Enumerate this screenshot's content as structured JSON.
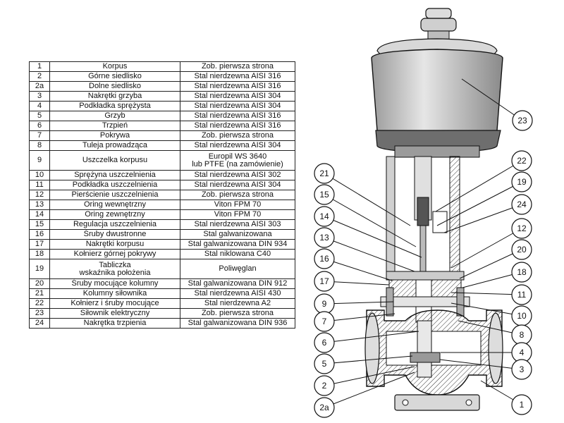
{
  "parts": [
    {
      "no": "1",
      "name": "Korpus",
      "material": "Zob. pierwsza strona"
    },
    {
      "no": "2",
      "name": "Górne siedlisko",
      "material": "Stal nierdzewna AISI 316"
    },
    {
      "no": "2a",
      "name": "Dolne siedlisko",
      "material": "Stal nierdzewna AISI 316"
    },
    {
      "no": "3",
      "name": "Nakrętki grzyba",
      "material": "Stal nierdzewna AISI 304"
    },
    {
      "no": "4",
      "name": "Podkładka sprężysta",
      "material": "Stal nierdzewna AISI 304"
    },
    {
      "no": "5",
      "name": "Grzyb",
      "material": "Stal nierdzewna AISI 316"
    },
    {
      "no": "6",
      "name": "Trzpień",
      "material": "Stal nierdzewna AISI 316"
    },
    {
      "no": "7",
      "name": "Pokrywa",
      "material": "Zob. pierwsza strona"
    },
    {
      "no": "8",
      "name": "Tuleja prowadząca",
      "material": "Stal nierdzewna AISI 304"
    },
    {
      "no": "9",
      "name": "Uszczelka korpusu",
      "material": "Europil WS 3640\nlub PTFE (na zamówienie)"
    },
    {
      "no": "10",
      "name": "Sprężyna uszczelnienia",
      "material": "Stal nierdzewna AISI 302"
    },
    {
      "no": "11",
      "name": "Podkładka uszczelnienia",
      "material": "Stal nierdzewna AISI 304"
    },
    {
      "no": "12",
      "name": "Pierścienie uszczelnienia",
      "material": "Zob. pierwsza strona"
    },
    {
      "no": "13",
      "name": "Oring wewnętrzny",
      "material": "Viton FPM 70"
    },
    {
      "no": "14",
      "name": "Oring zewnętrzny",
      "material": "Viton FPM 70"
    },
    {
      "no": "15",
      "name": "Regulacja uszczelnienia",
      "material": "Stal nierdzewna AISI 303"
    },
    {
      "no": "16",
      "name": "Śruby dwustronne",
      "material": "Stal galwanizowana"
    },
    {
      "no": "17",
      "name": "Nakrętki korpusu",
      "material": "Stal galwanizowana DIN 934"
    },
    {
      "no": "18",
      "name": "Kołnierz górnej pokrywy",
      "material": "Stal niklowana C40"
    },
    {
      "no": "19",
      "name": "Tabliczka\nwskaźnika położenia",
      "material": "Poliwęglan"
    },
    {
      "no": "20",
      "name": "Śruby mocujące kolumny",
      "material": "Stal galwanizowana DIN 912"
    },
    {
      "no": "21",
      "name": "Kolumny siłownika",
      "material": "Stal nierdzewna AISI 430"
    },
    {
      "no": "22",
      "name": "Kołnierz i śruby mocujące",
      "material": "Stal nierdzewna A2"
    },
    {
      "no": "23",
      "name": "Siłownik elektryczny",
      "material": "Zob. pierwsza strona"
    },
    {
      "no": "24",
      "name": "Nakrętka trzpienia",
      "material": "Stal galwanizowana DIN 936"
    }
  ],
  "callouts": {
    "c23": "23",
    "c21": "21",
    "c22": "22",
    "c15": "15",
    "c19": "19",
    "c14": "14",
    "c24": "24",
    "c13": "13",
    "c12": "12",
    "c16": "16",
    "c20": "20",
    "c17": "17",
    "c18": "18",
    "c9": "9",
    "c11": "11",
    "c7": "7",
    "c10": "10",
    "c6": "6",
    "c8": "8",
    "c5": "5",
    "c4": "4",
    "c3": "3",
    "c2": "2",
    "c2a": "2a",
    "c1": "1"
  }
}
